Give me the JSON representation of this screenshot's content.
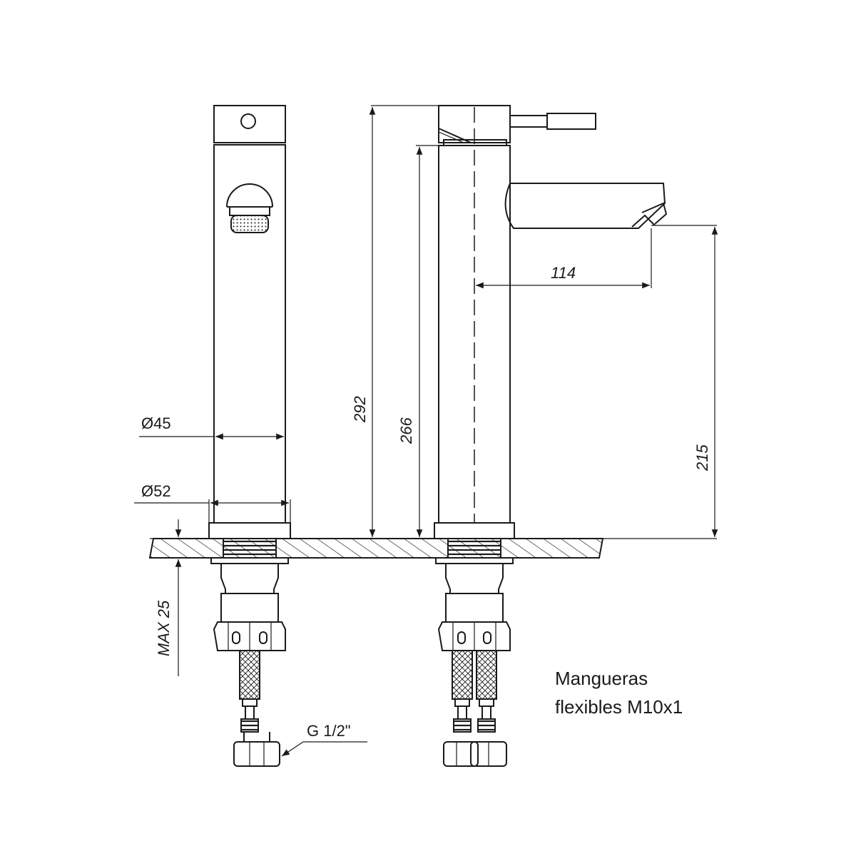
{
  "dimensions": {
    "diameter_body": "Ø45",
    "diameter_base": "Ø52",
    "total_height": "292",
    "body_height": "266",
    "spout_reach": "114",
    "spout_height": "215",
    "max_thickness": "MAX 25",
    "connection_thread": "G 1/2\""
  },
  "note": {
    "line1": "Mangueras",
    "line2": "flexibles M10x1"
  }
}
